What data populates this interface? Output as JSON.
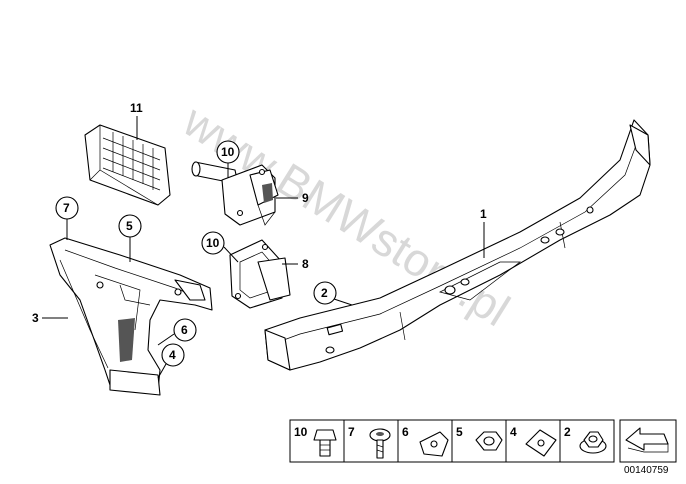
{
  "watermark": "www.BMWstore.pl",
  "callouts": {
    "c1": "1",
    "c2": "2",
    "c3": "3",
    "c4": "4",
    "c5": "5",
    "c6": "6",
    "c7": "7",
    "c8": "8",
    "c9": "9",
    "c10a": "10",
    "c10b": "10",
    "c11": "11"
  },
  "legend": {
    "cells": [
      "10",
      "7",
      "6",
      "5",
      "4",
      "2"
    ]
  },
  "reference_number": "00140759",
  "icons": {
    "arrow": "arrow-icon"
  }
}
